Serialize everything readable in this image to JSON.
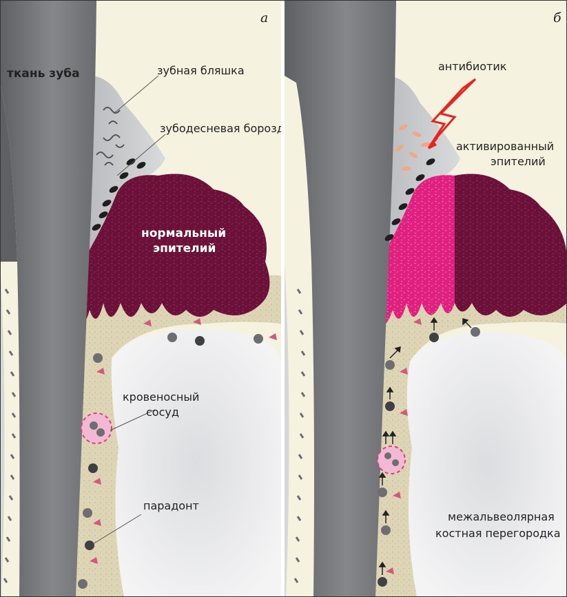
{
  "panel_a": {
    "letter": "а",
    "tooth_label": "ткань зуба",
    "plaque_label": "зубная бляшка",
    "sulcus_label": "зубодесневая борозда",
    "epithelium_label_line1": "нормальный",
    "epithelium_label_line2": "эпителий",
    "vessel_label_line1": "кровеносный",
    "vessel_label_line2": "сосуд",
    "periodontium_label": "парадонт"
  },
  "panel_b": {
    "letter": "б",
    "antibiotic_label": "антибиотик",
    "activated_label_line1": "активированный",
    "activated_label_line2": "эпителий",
    "septum_label_line1": "межальвеолярная",
    "septum_label_line2": "костная перегородка"
  },
  "colors": {
    "background": "#f5f2df",
    "tooth": "#707276",
    "plaque": "#c9cacd",
    "normal_epithelium": "#6b1038",
    "activated_epithelium": "#e0207e",
    "periodontium": "#ddd5b5",
    "bone": "#ececee",
    "antibiotic_bolt": "#e52521"
  }
}
